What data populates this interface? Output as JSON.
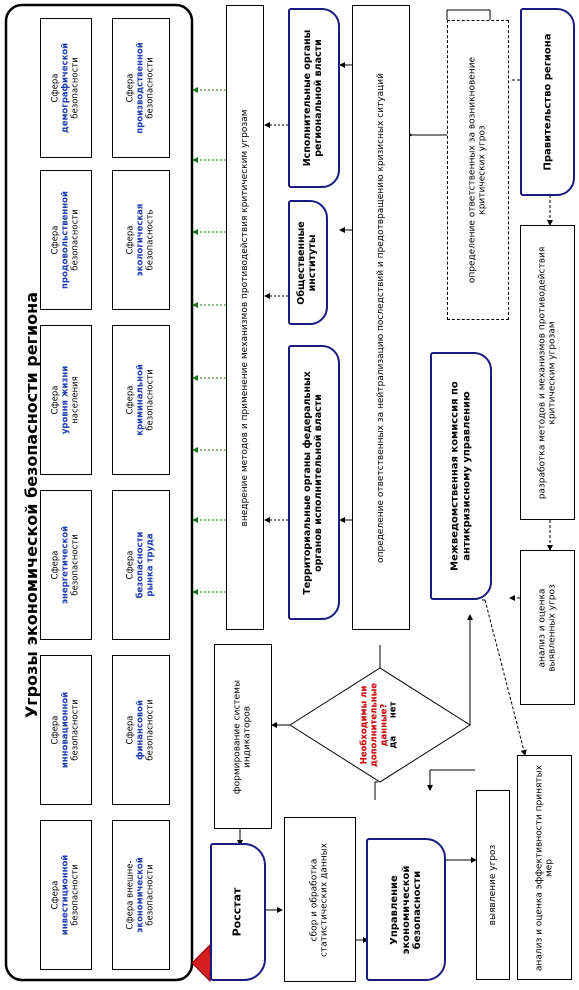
{
  "main_title": "Угрозы экономической безопасности региона",
  "spheres": [
    {
      "l1": "Сфера",
      "l2": "инвестиционной",
      "l3": "безопасности"
    },
    {
      "l1": "Сфера внешне-",
      "l2": "экономической",
      "l3": "безопасности"
    },
    {
      "l1": "Сфера",
      "l2": "инновационной",
      "l3": "безопасности"
    },
    {
      "l1": "Сфера",
      "l2": "финансовой",
      "l3": "безопасности"
    },
    {
      "l1": "Сфера",
      "l2": "энергетической",
      "l3": "безопасности"
    },
    {
      "l1": "Сфера",
      "l2": "безопасности",
      "l3": "рынка труда"
    },
    {
      "l1": "Сфера",
      "l2": "уровня жизни",
      "l3": "населения"
    },
    {
      "l1": "Сфера",
      "l2": "криминальной",
      "l3": "безопасности"
    },
    {
      "l1": "Сфера",
      "l2": "продовольственной",
      "l3": "безопасности"
    },
    {
      "l1": "Сфера",
      "l2": "экологическая",
      "l3": "безопасность"
    },
    {
      "l1": "Сфера",
      "l2": "демографической",
      "l3": "безопасности"
    },
    {
      "l1": "Сфера",
      "l2": "производственной",
      "l3": "безопасности"
    }
  ],
  "blocks": {
    "rosstat": "Росстат",
    "indicators": "формирование системы индикаторов",
    "collection": "сбор и обработка статистических данных",
    "management": "Управление экономической безопасности",
    "detection": "выявление угроз",
    "efficiency": "анализ и оценка эффективности принятых мер",
    "decision_q": "Необходимы ли дополнительные данные?",
    "decision_yes": "да",
    "decision_no": "нет",
    "implementation": "внедрение методов и применение механизмов противодействия критическим угрозам",
    "responsibility": "определение ответственных за нейтрализацию последствий и предотвращению кризисных ситуаций",
    "territorial": "Территориальные органы федеральных органов исполнительной власти",
    "institutes": "Общественные институты",
    "executive": "Исполнительные органы региональной власти",
    "responsible_crit": "определение ответственных за возникновение критических угроз",
    "government": "Правительство региона",
    "commission": "Межведомственная комиссия по антикризисному управлению",
    "analysis": "анализ и оценка выявленных угроз",
    "methods_dev": "разработка методов и механизмов противодействия критическим угрозам"
  }
}
